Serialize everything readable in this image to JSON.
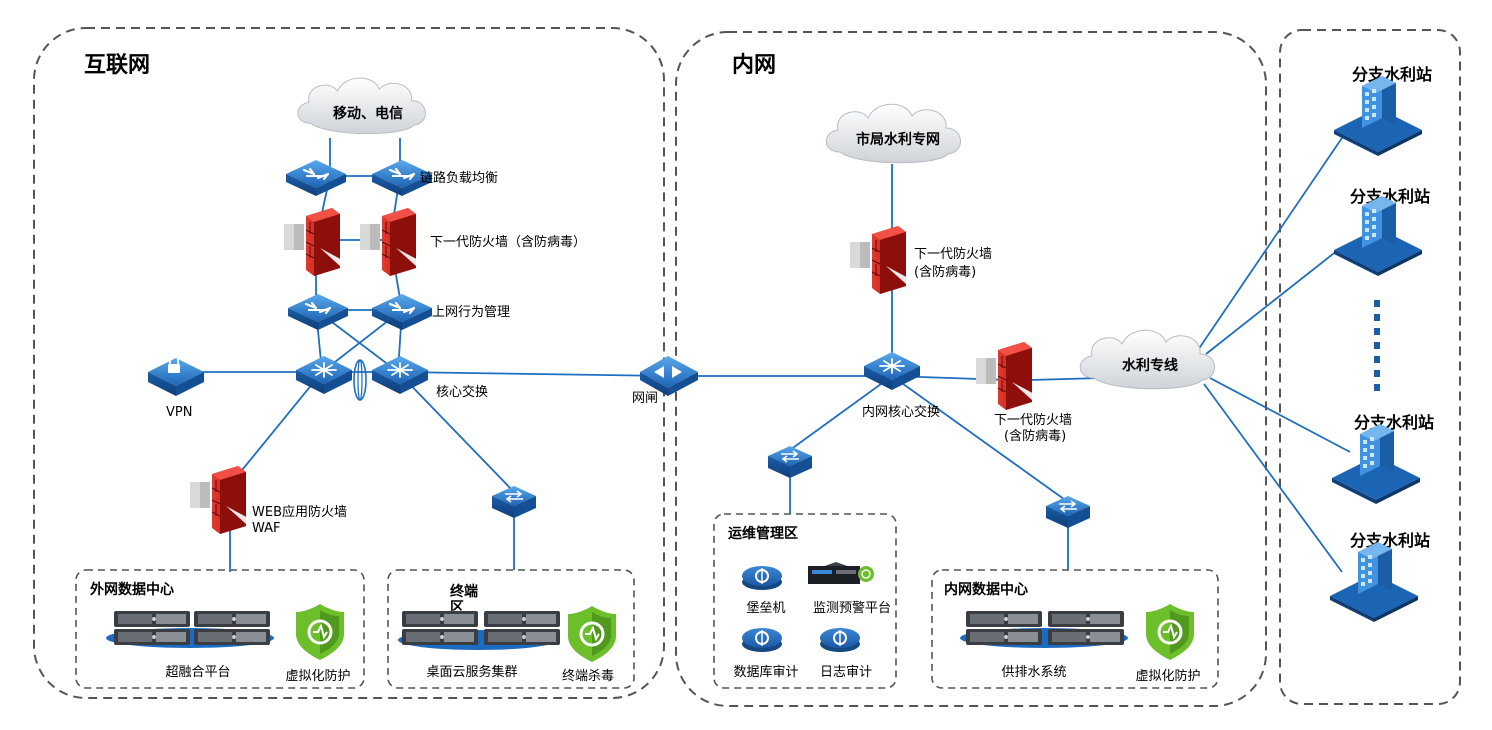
{
  "zones": {
    "internet": "互联网",
    "intranet": "内网"
  },
  "clouds": {
    "carrier": "移动、电信",
    "city_water_net": "市局水利专网",
    "water_line": "水利专线"
  },
  "labels": {
    "link_lb": "链路负载均衡",
    "ngfw_internet": "下一代防火墙（含防病毒）",
    "behavior_mgmt": "上网行为管理",
    "vpn": "VPN",
    "core_switch": "核心交换",
    "gatekeeper": "网闸",
    "waf_line1": "WEB应用防火墙",
    "waf_line2": "WAF",
    "ngfw_intranet_line1": "下一代防火墙",
    "ngfw_intranet_line2": "(含防病毒)",
    "intranet_core": "内网核心交换",
    "ngfw_water_line1": "下一代防火墙",
    "ngfw_water_line2": "(含防病毒)"
  },
  "boxes": {
    "ext_dc": {
      "title": "外网数据中心",
      "platform": "超融合平台",
      "protect": "虚拟化防护"
    },
    "terminal": {
      "title_line1": "终端",
      "title_line2": "区",
      "cluster": "桌面云服务集群",
      "antivirus": "终端杀毒"
    },
    "ops": {
      "title": "运维管理区",
      "bastion": "堡垒机",
      "monitor": "监测预警平台",
      "db_audit": "数据库审计",
      "log_audit": "日志审计"
    },
    "int_dc": {
      "title": "内网数据中心",
      "system": "供排水系统",
      "protect": "虚拟化防护"
    }
  },
  "branch_sites": [
    "分支水利站",
    "分支水利站",
    "分支水利站",
    "分支水利站"
  ],
  "colors": {
    "link": "#1e6fc0",
    "device": "#2a7fd4",
    "firewall": "#c8201c",
    "shield": "#6cbf2a",
    "zone_border": "#555555"
  }
}
